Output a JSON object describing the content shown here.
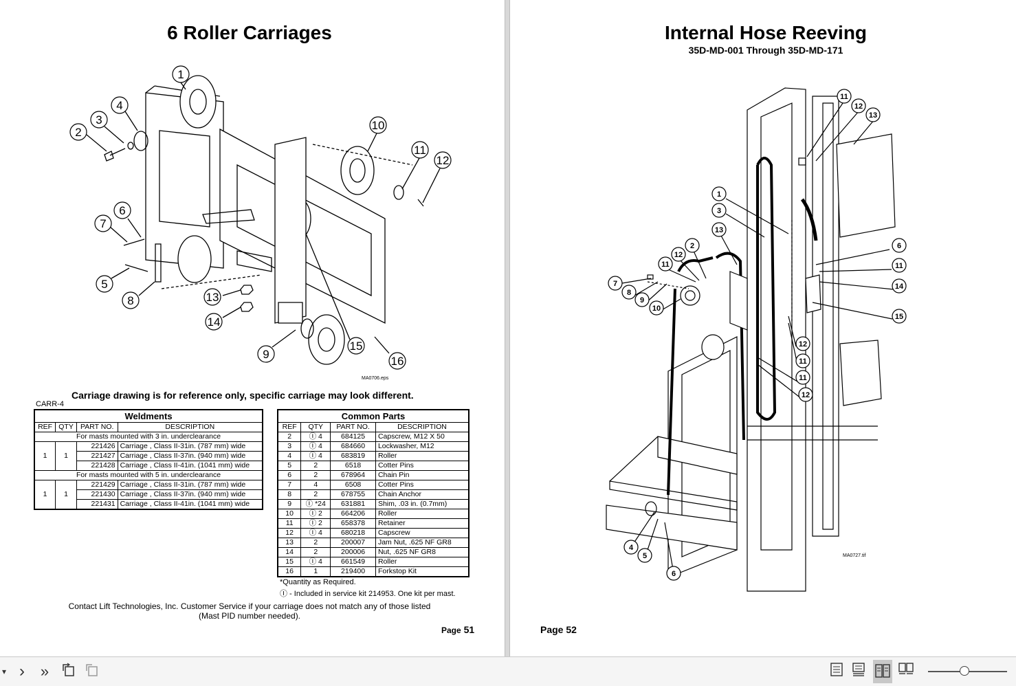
{
  "left_page": {
    "title": "6 Roller Carriages",
    "callouts": [
      "1",
      "2",
      "3",
      "4",
      "5",
      "6",
      "7",
      "8",
      "9",
      "10",
      "11",
      "12",
      "13",
      "14",
      "15",
      "16"
    ],
    "drawing_id": "MA0706.eps",
    "reference_note": "Carriage drawing is for reference only, specific carriage may look different.",
    "table_id": "CARR-4",
    "weldments": {
      "caption": "Weldments",
      "headers": [
        "REF",
        "QTY",
        "PART NO.",
        "DESCRIPTION"
      ],
      "group1_label": "For masts mounted with 3 in. underclearance",
      "group1_ref": "1",
      "group1_qty": "1",
      "group1_rows": [
        {
          "part": "221426",
          "desc": "Carriage , Class II-31in. (787 mm) wide"
        },
        {
          "part": "221427",
          "desc": "Carriage , Class II-37in. (940 mm) wide"
        },
        {
          "part": "221428",
          "desc": "Carriage , Class II-41in. (1041 mm) wide"
        }
      ],
      "group2_label": "For masts mounted with 5 in. underclearance",
      "group2_ref": "1",
      "group2_qty": "1",
      "group2_rows": [
        {
          "part": "221429",
          "desc": "Carriage , Class II-31in. (787 mm) wide"
        },
        {
          "part": "221430",
          "desc": "Carriage , Class II-37in. (940 mm) wide"
        },
        {
          "part": "221431",
          "desc": "Carriage , Class II-41in. (1041 mm) wide"
        }
      ]
    },
    "common_parts": {
      "caption": "Common Parts",
      "headers": [
        "REF",
        "QTY",
        "PART NO.",
        "DESCRIPTION"
      ],
      "rows": [
        {
          "ref": "2",
          "qty": "Ⓘ 4",
          "part": "684125",
          "desc": "Capscrew, M12 X 50"
        },
        {
          "ref": "3",
          "qty": "Ⓘ 4",
          "part": "684660",
          "desc": "Lockwasher, M12"
        },
        {
          "ref": "4",
          "qty": "Ⓘ 4",
          "part": "683819",
          "desc": "Roller"
        },
        {
          "ref": "5",
          "qty": "2",
          "part": "6518",
          "desc": "Cotter Pins"
        },
        {
          "ref": "6",
          "qty": "2",
          "part": "678964",
          "desc": "Chain Pin"
        },
        {
          "ref": "7",
          "qty": "4",
          "part": "6508",
          "desc": "Cotter Pins"
        },
        {
          "ref": "8",
          "qty": "2",
          "part": "678755",
          "desc": "Chain Anchor"
        },
        {
          "ref": "9",
          "qty": "Ⓘ *24",
          "part": "631881",
          "desc": "Shim, .03 in. (0.7mm)"
        },
        {
          "ref": "10",
          "qty": "Ⓘ 2",
          "part": "664206",
          "desc": "Roller"
        },
        {
          "ref": "11",
          "qty": "Ⓘ 2",
          "part": "658378",
          "desc": "Retainer"
        },
        {
          "ref": "12",
          "qty": "Ⓘ 4",
          "part": "680218",
          "desc": "Capscrew"
        },
        {
          "ref": "13",
          "qty": "2",
          "part": "200007",
          "desc": "Jam Nut, .625 NF GR8"
        },
        {
          "ref": "14",
          "qty": "2",
          "part": "200006",
          "desc": "Nut, .625 NF GR8"
        },
        {
          "ref": "15",
          "qty": "Ⓘ 4",
          "part": "661549",
          "desc": "Roller"
        },
        {
          "ref": "16",
          "qty": "1",
          "part": "219400",
          "desc": "Forkstop Kit"
        }
      ]
    },
    "footnote_qty": "*Quantity as Required.",
    "footnote_kit": "Ⓘ - Included in service kit 214953. One kit per mast.",
    "contact_line1": "Contact Lift Technologies, Inc.  Customer Service if your  carriage does not match any of those listed",
    "contact_line2": "(Mast PID number needed).",
    "page_label": "Page",
    "page_number": "51"
  },
  "right_page": {
    "title": "Internal Hose Reeving",
    "subtitle": "35D-MD-001 Through 35D-MD-171",
    "drawing_id": "MA0727.tif",
    "callouts": [
      "11",
      "12",
      "13",
      "1",
      "3",
      "13",
      "2",
      "12",
      "11",
      "7",
      "8",
      "9",
      "10",
      "6",
      "11",
      "14",
      "15",
      "12",
      "11",
      "11",
      "12",
      "4",
      "5",
      "6"
    ],
    "page_label": "Page",
    "page_number": "52"
  },
  "toolbar": {
    "dropdown_icon": "▾",
    "next_icon": "›",
    "last_icon": "»",
    "colors": {
      "bar": "#f5f5f5",
      "active": "#c8c8c8"
    }
  }
}
